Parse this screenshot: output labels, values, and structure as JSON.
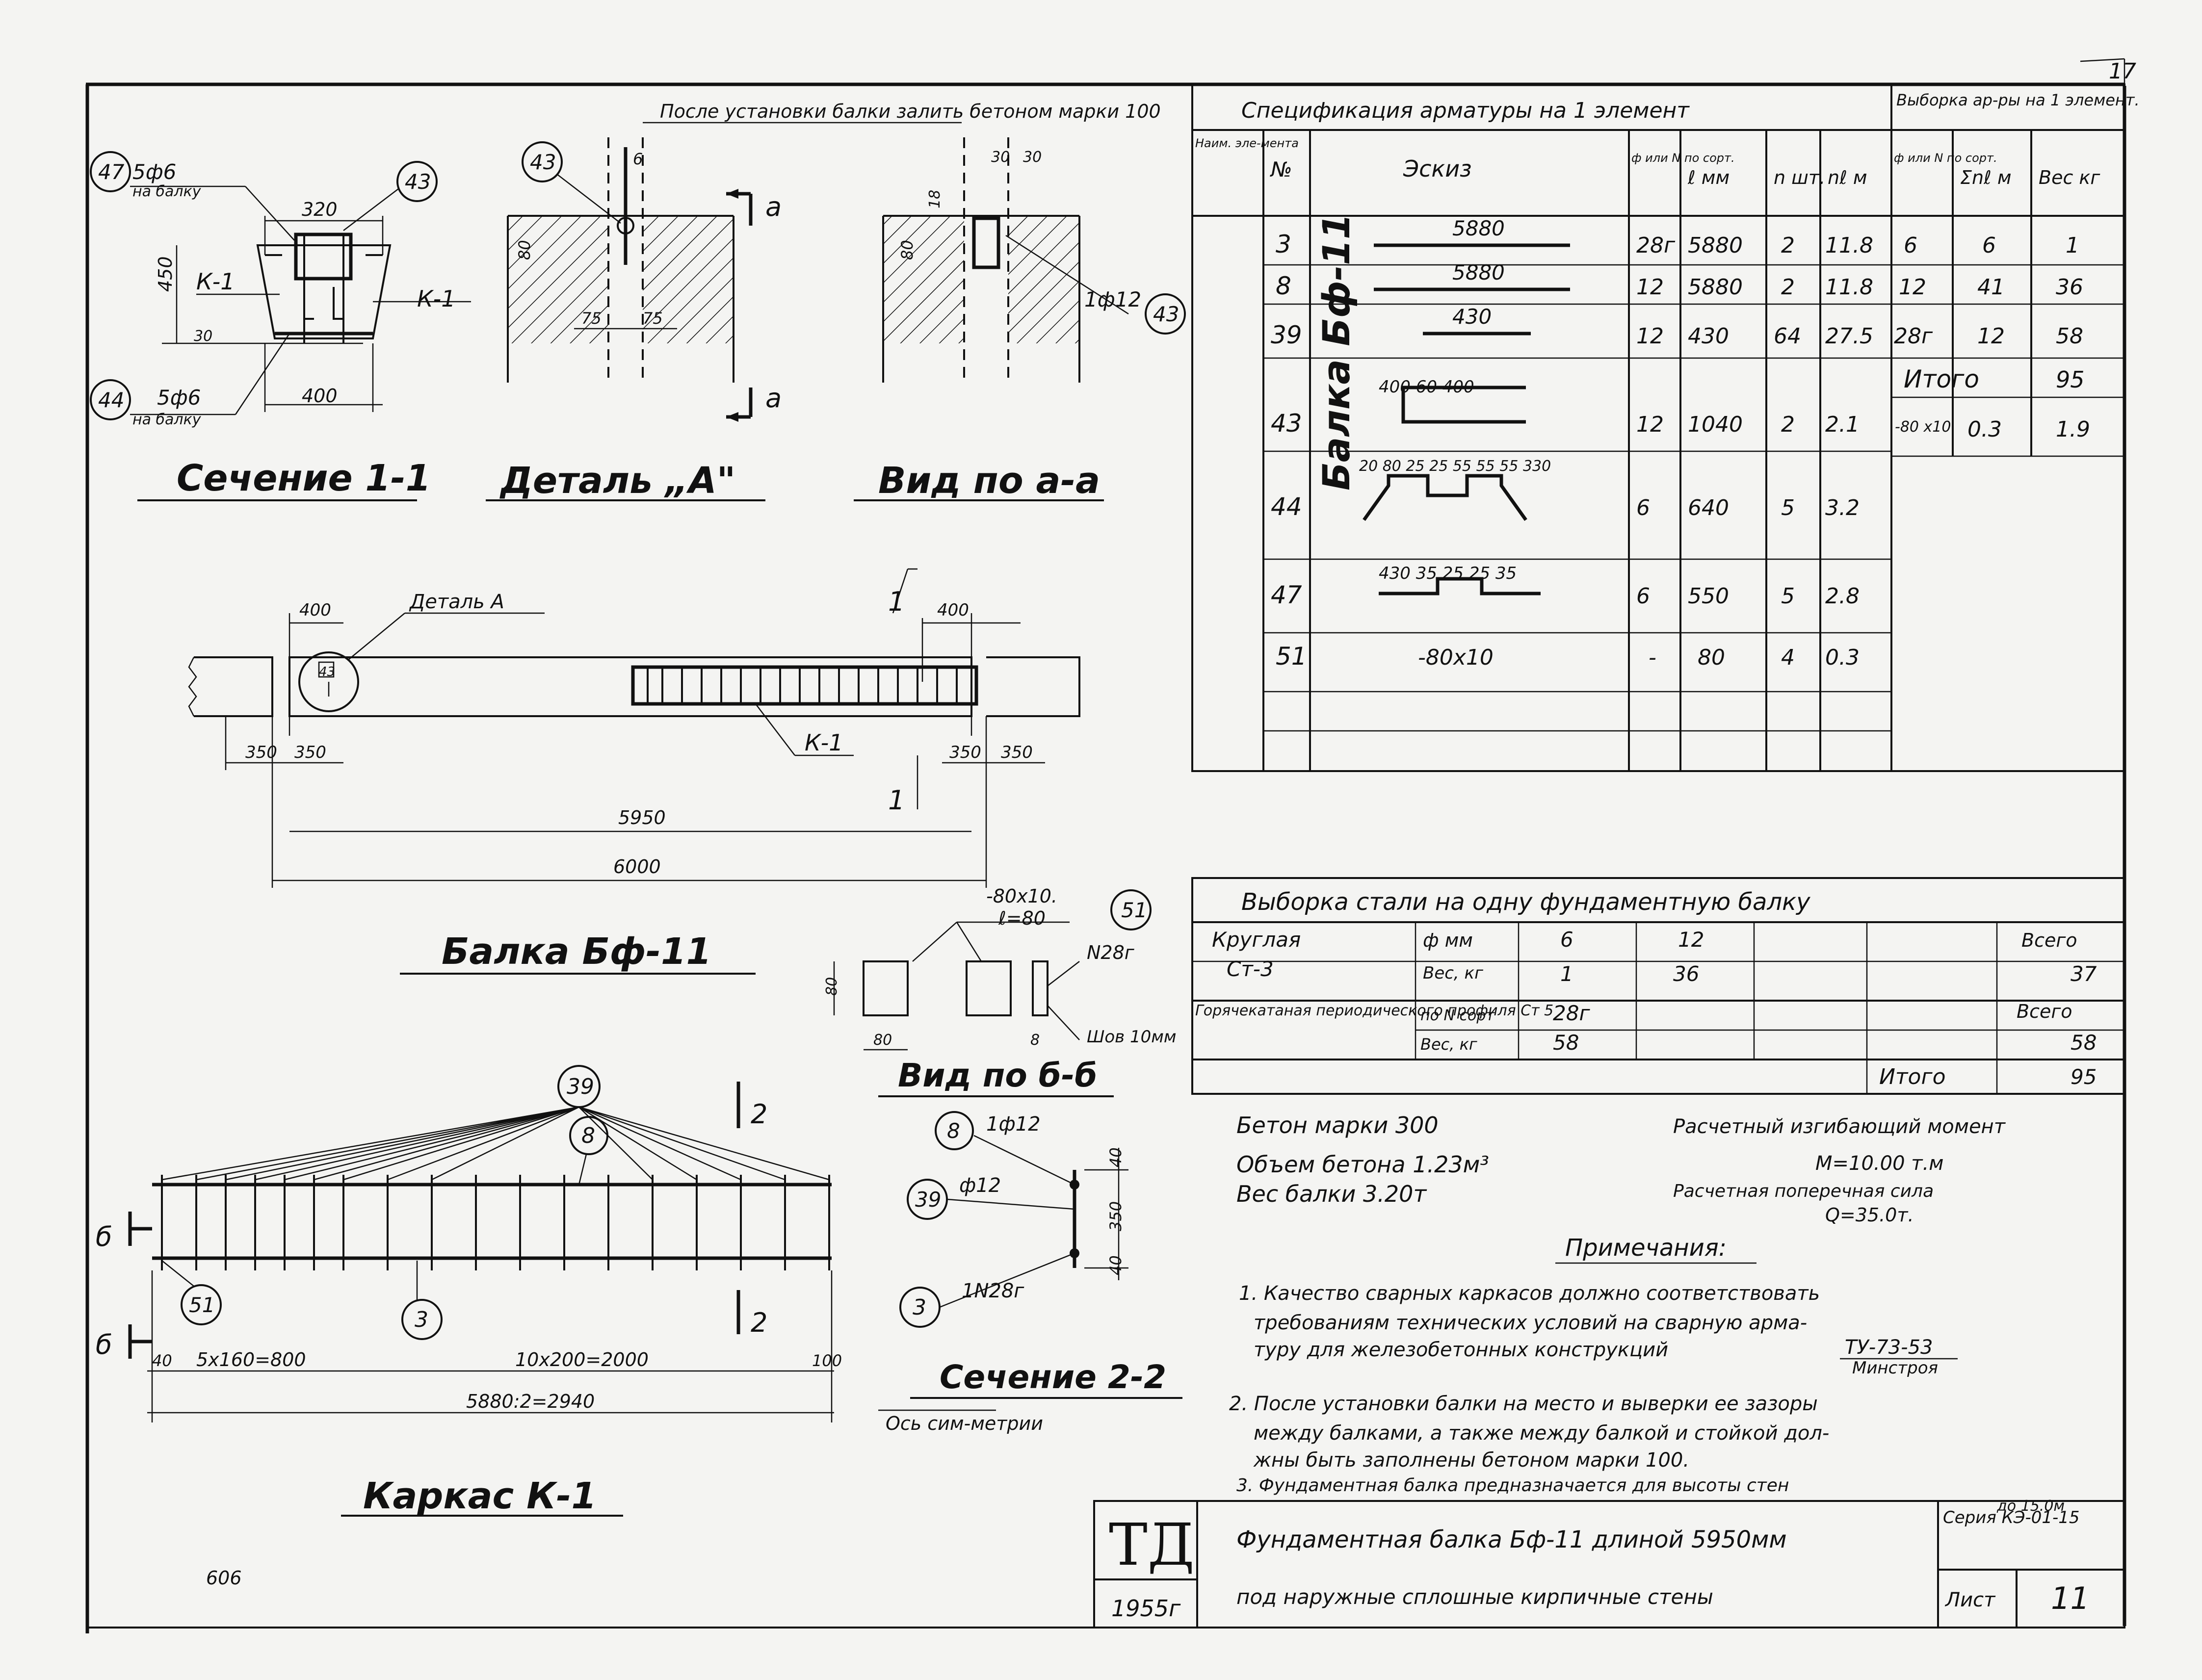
{
  "page_number": "17",
  "corner_note": "606",
  "sections": {
    "s1_title": "Сечение 1-1",
    "detailA_title": "Деталь „А\"",
    "viewAA_title": "Вид по а-а",
    "beam_title": "Балка Бф-11",
    "viewBB_title": "Вид по б-б",
    "s22_title": "Сечение 2-2",
    "frame_title": "Каркас К-1",
    "symmetry_axis": "Ось сим-метрии"
  },
  "section1": {
    "top_note": "После установки балки залить бетоном марки 100",
    "label47": "47",
    "label43": "43",
    "label44": "44",
    "rebar_top": "5ф6",
    "rebar_top_note": "на балку",
    "rebar_bot": "5ф6",
    "rebar_bot_note": "на балку",
    "dim_top": "320",
    "dim_height": "450",
    "dim_bot": "400",
    "dim_30": "30",
    "k1_left": "К-1",
    "k1_right": "К-1"
  },
  "detailA": {
    "label43": "43",
    "dim_6": "6",
    "dim_80": "80",
    "dim_75a": "75",
    "dim_75b": "75",
    "mark_a": "а"
  },
  "viewAA": {
    "dim_30a": "30",
    "dim_30b": "30",
    "dim_18": "18",
    "dim_80": "80",
    "rebar": "1ф12",
    "label43": "43"
  },
  "beam": {
    "dim_400_left": "400",
    "dim_400_right": "400",
    "detailA_label": "Деталь А",
    "detailA_mark": "43",
    "dim_350a": "350",
    "dim_350b": "350",
    "dim_350c": "350",
    "dim_350d": "350",
    "dim_5950": "5950",
    "dim_6000": "6000",
    "k1": "К-1",
    "mark1": "1",
    "mark1b": "1"
  },
  "viewBB": {
    "plate": "-80х10.",
    "length": "ℓ=80",
    "label51": "51",
    "channel": "N28г",
    "weld": "Шов 10мм",
    "dim_80a": "80",
    "dim_80b": "80",
    "dim_8": "8"
  },
  "frame": {
    "bubble39": "39",
    "bubble8": "8",
    "bubble51": "51",
    "bubble3": "3",
    "mark2": "2",
    "mark2b": "2",
    "mark_b": "б",
    "mark_b2": "б",
    "dim_40": "40",
    "dim_5x160": "5х160=800",
    "dim_10x200": "10х200=2000",
    "dim_100": "100",
    "dim_total": "5880:2=2940"
  },
  "section22": {
    "b8": "8",
    "b39": "39",
    "b3": "3",
    "r8": "1ф12",
    "r39": "ф12",
    "r3": "1N28г",
    "dim_40a": "40",
    "dim_350": "350",
    "dim_40b": "40"
  },
  "spec": {
    "title": "Спецификация арматуры на 1 элемент",
    "title_right": "Выборка ар-ры на 1 элемент.",
    "headers": [
      "Наим. эле-мента",
      "№",
      "Эскиз",
      "ф или N по сорт.",
      "ℓ мм",
      "n шт.",
      "nℓ м",
      "ф или N по сорт.",
      "Σnℓ м",
      "Вес кг"
    ],
    "element": "Балка Бф-11",
    "rows": [
      {
        "no": "3",
        "sketch": "5880",
        "d": "28г",
        "l": "5880",
        "n": "2",
        "nl": "11.8"
      },
      {
        "no": "8",
        "sketch": "5880",
        "d": "12",
        "l": "5880",
        "n": "2",
        "nl": "11.8"
      },
      {
        "no": "39",
        "sketch": "430",
        "d": "12",
        "l": "430",
        "n": "64",
        "nl": "27.5"
      },
      {
        "no": "43",
        "sketch": "400 60 400",
        "d": "12",
        "l": "1040",
        "n": "2",
        "nl": "2.1"
      },
      {
        "no": "44",
        "sketch": "20 80 25 25 55 55 55 330",
        "d": "6",
        "l": "640",
        "n": "5",
        "nl": "3.2"
      },
      {
        "no": "47",
        "sketch": "430 35 25 25 35",
        "d": "6",
        "l": "550",
        "n": "5",
        "nl": "2.8"
      },
      {
        "no": "51",
        "sketch": "-80х10",
        "d": "-",
        "l": "80",
        "n": "4",
        "nl": "0.3"
      }
    ],
    "sel_rows": [
      {
        "d": "6",
        "s": "6",
        "w": "1"
      },
      {
        "d": "12",
        "s": "41",
        "w": "36"
      },
      {
        "d": "28г",
        "s": "12",
        "w": "58"
      }
    ],
    "sel_total_label": "Итого",
    "sel_total": "95",
    "sel_plate_d": "-80 х10",
    "sel_plate_s": "0.3",
    "sel_plate_w": "1.9"
  },
  "steel": {
    "title": "Выборка стали на одну фундаментную балку",
    "r1a": "Круглая",
    "r1b": "Ст-3",
    "c_dmm": "ф мм",
    "c_wkg": "Вес, кг",
    "d6": "6",
    "d12": "12",
    "w6": "1",
    "w12": "36",
    "all": "Всего",
    "all_v": "37",
    "r2": "Горячекатаная периодического профиля Ст 5",
    "c_no": "по N сорт",
    "c_w2": "Вес, кг",
    "no28": "28г",
    "w28": "58",
    "all2": "Всего",
    "all2_v": "58",
    "total_label": "Итого",
    "total": "95"
  },
  "props": {
    "concrete": "Бетон марки 300",
    "volume": "Объем бетона 1.23м³",
    "weight": "Вес балки 3.20т",
    "moment_label": "Расчетный изгибающий момент",
    "moment": "М=10.00 т.м",
    "shear_label": "Расчетная поперечная сила",
    "shear": "Q=35.0т."
  },
  "notes": {
    "title": "Примечания:",
    "n1a": "1. Качество сварных каркасов должно соответствовать",
    "n1b": "требованиям технических условий на сварную арма-",
    "n1c": "туру для железобетонных конструкций",
    "n1ref": "ТУ-73-53",
    "n1min": "Минстроя",
    "n2a": "2. После установки балки на место и выверки ее зазоры",
    "n2b": "между балками, а также между балкой и стойкой дол-",
    "n2c": "жны быть заполнены бетоном марки 100.",
    "n3": "3. Фундаментная балка предназначается для высоты стен",
    "n3b": "до 15.0м"
  },
  "stamp": {
    "org": "ТД",
    "year": "1955г",
    "title1": "Фундаментная балка Бф-11 длиной 5950мм",
    "title2": "под наружные сплошные кирпичные стены",
    "series": "Серия КЭ-01-15",
    "sheet_label": "Лист",
    "sheet": "11"
  }
}
